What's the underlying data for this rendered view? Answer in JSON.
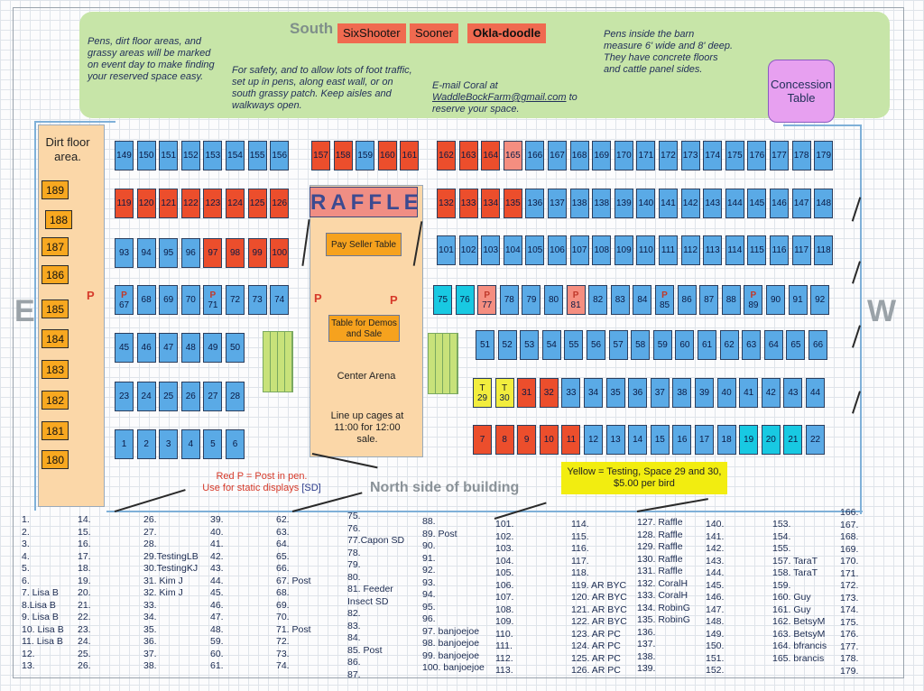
{
  "header": {
    "south_label": "South",
    "tags": [
      "SixShooter",
      "Sooner",
      "Okla-doodle"
    ],
    "note_left": "Pens, dirt floor areas, and grassy areas will be marked on event day to make finding your reserved space easy.",
    "note_safety": "For safety, and to allow lots of foot traffic, set up in pens, along east wall, or on south grassy patch. Keep aisles and walkways open.",
    "email_line1": "E-mail Coral at",
    "email_address": "WaddleBockFarm@gmail.com",
    "email_line2": "to reserve your space.",
    "note_barn": "Pens inside the barn measure 6' wide and 8' deep. They have concrete floors and cattle panel sides.",
    "concession_label": "Concession Table"
  },
  "west_area": {
    "dirt_label": "Dirt floor area.",
    "numbers": [
      "189",
      "188",
      "187",
      "186",
      "185",
      "184",
      "183",
      "182",
      "181",
      "180"
    ]
  },
  "arena": {
    "raffle_label": "RAFFLE",
    "pay_label": "Pay Seller Table",
    "demo_label": "Table for Demos and Sale",
    "center_label": "Center Arena",
    "lineup_label": "Line up cages at 11:00 for 12:00 sale."
  },
  "compass": {
    "east": "E",
    "west": "W"
  },
  "legend": {
    "red_p_line1": "Red P = Post in pen.",
    "red_p_line2": "Use for static displays",
    "red_p_sd": "[SD]",
    "north_label": "North side of building",
    "yellow_text": "Yellow = Testing, Space 29 and 30,  $5.00 per bird"
  },
  "post_marker": "P",
  "testing_marker": "T",
  "colors": {
    "available": "#5aaae6",
    "reserved": "#ec4e2c",
    "post_pen": "#f58e80",
    "testing": "#f2ed3e",
    "turquoise": "#18c9e2",
    "orange_table": "#f6a21e",
    "top_banner": "#c7e5a8"
  },
  "pen_rows": [
    {
      "cells": [
        [
          "149",
          "b"
        ],
        [
          "150",
          "b"
        ],
        [
          "151",
          "b"
        ],
        [
          "152",
          "b"
        ],
        [
          "153",
          "b"
        ],
        [
          "154",
          "b"
        ],
        [
          "155",
          "b"
        ],
        [
          "156",
          "b"
        ]
      ]
    },
    {
      "cells": [
        [
          "157",
          "r"
        ],
        [
          "158",
          "r"
        ],
        [
          "159",
          "b"
        ],
        [
          "160",
          "r"
        ],
        [
          "161",
          "r"
        ]
      ]
    },
    {
      "cells": [
        [
          "162",
          "r"
        ],
        [
          "163",
          "r"
        ],
        [
          "164",
          "r"
        ],
        [
          "165",
          "p"
        ],
        [
          "166",
          "b"
        ],
        [
          "167",
          "b"
        ],
        [
          "168",
          "b"
        ],
        [
          "169",
          "b"
        ],
        [
          "170",
          "b"
        ],
        [
          "171",
          "b"
        ],
        [
          "172",
          "b"
        ],
        [
          "173",
          "b"
        ],
        [
          "174",
          "b"
        ],
        [
          "175",
          "b"
        ],
        [
          "176",
          "b"
        ],
        [
          "177",
          "b"
        ],
        [
          "178",
          "b"
        ],
        [
          "179",
          "b"
        ]
      ]
    },
    {
      "cells": [
        [
          "119",
          "r"
        ],
        [
          "120",
          "r"
        ],
        [
          "121",
          "r"
        ],
        [
          "122",
          "r"
        ],
        [
          "123",
          "r"
        ],
        [
          "124",
          "r"
        ],
        [
          "125",
          "r"
        ],
        [
          "126",
          "r"
        ]
      ]
    },
    {
      "cells": [
        [
          "132",
          "r"
        ],
        [
          "133",
          "r"
        ],
        [
          "134",
          "r"
        ],
        [
          "135",
          "r"
        ],
        [
          "136",
          "b"
        ],
        [
          "137",
          "b"
        ],
        [
          "138",
          "b"
        ],
        [
          "138",
          "b"
        ],
        [
          "139",
          "b"
        ],
        [
          "140",
          "b"
        ],
        [
          "141",
          "b"
        ],
        [
          "142",
          "b"
        ],
        [
          "143",
          "b"
        ],
        [
          "144",
          "b"
        ],
        [
          "145",
          "b"
        ],
        [
          "146",
          "b"
        ],
        [
          "147",
          "b"
        ],
        [
          "148",
          "b"
        ]
      ]
    },
    {
      "cells": [
        [
          "93",
          "b"
        ],
        [
          "94",
          "b"
        ],
        [
          "95",
          "b"
        ],
        [
          "96",
          "b"
        ],
        [
          "97",
          "r"
        ],
        [
          "98",
          "r"
        ],
        [
          "99",
          "r"
        ],
        [
          "100",
          "r"
        ]
      ]
    },
    {
      "cells": [
        [
          "101",
          "b"
        ],
        [
          "102",
          "b"
        ],
        [
          "103",
          "b"
        ],
        [
          "104",
          "b"
        ],
        [
          "105",
          "b"
        ],
        [
          "106",
          "b"
        ],
        [
          "107",
          "b"
        ],
        [
          "108",
          "b"
        ],
        [
          "109",
          "b"
        ],
        [
          "110",
          "b"
        ],
        [
          "111",
          "b"
        ],
        [
          "112",
          "b"
        ],
        [
          "113",
          "b"
        ],
        [
          "114",
          "b"
        ],
        [
          "115",
          "b"
        ],
        [
          "116",
          "b"
        ],
        [
          "117",
          "b"
        ],
        [
          "118",
          "b"
        ]
      ]
    },
    {
      "cells": [
        [
          "67",
          "b",
          "P"
        ],
        [
          "68",
          "b"
        ],
        [
          "69",
          "b"
        ],
        [
          "70",
          "b"
        ],
        [
          "71",
          "b",
          "P"
        ],
        [
          "72",
          "b"
        ],
        [
          "73",
          "b"
        ],
        [
          "74",
          "b"
        ]
      ]
    },
    {
      "cells": [
        [
          "75",
          "t"
        ],
        [
          "76",
          "t"
        ],
        [
          "77",
          "p",
          "P"
        ],
        [
          "78",
          "b"
        ],
        [
          "79",
          "b"
        ],
        [
          "80",
          "b"
        ],
        [
          "81",
          "p",
          "P"
        ],
        [
          "82",
          "b"
        ],
        [
          "83",
          "b"
        ],
        [
          "84",
          "b"
        ],
        [
          "85",
          "b",
          "P"
        ],
        [
          "86",
          "b"
        ],
        [
          "87",
          "b"
        ],
        [
          "88",
          "b"
        ],
        [
          "89",
          "b",
          "P"
        ],
        [
          "90",
          "b"
        ],
        [
          "91",
          "b"
        ],
        [
          "92",
          "b"
        ]
      ]
    },
    {
      "cells": [
        [
          "45",
          "b"
        ],
        [
          "46",
          "b"
        ],
        [
          "47",
          "b"
        ],
        [
          "48",
          "b"
        ],
        [
          "49",
          "b"
        ],
        [
          "50",
          "b"
        ]
      ]
    },
    {
      "cells": [
        [
          "51",
          "b"
        ],
        [
          "52",
          "b"
        ],
        [
          "53",
          "b"
        ],
        [
          "54",
          "b"
        ],
        [
          "55",
          "b"
        ],
        [
          "56",
          "b"
        ],
        [
          "57",
          "b"
        ],
        [
          "58",
          "b"
        ],
        [
          "59",
          "b"
        ],
        [
          "60",
          "b"
        ],
        [
          "61",
          "b"
        ],
        [
          "62",
          "b"
        ],
        [
          "63",
          "b"
        ],
        [
          "64",
          "b"
        ],
        [
          "65",
          "b"
        ],
        [
          "66",
          "b"
        ]
      ]
    },
    {
      "cells": [
        [
          "23",
          "b"
        ],
        [
          "24",
          "b"
        ],
        [
          "25",
          "b"
        ],
        [
          "26",
          "b"
        ],
        [
          "27",
          "b"
        ],
        [
          "28",
          "b"
        ]
      ]
    },
    {
      "cells": [
        [
          "29",
          "y",
          "T"
        ],
        [
          "30",
          "y",
          "T"
        ],
        [
          "31",
          "r"
        ],
        [
          "32",
          "r"
        ],
        [
          "33",
          "b"
        ],
        [
          "34",
          "b"
        ],
        [
          "35",
          "b"
        ],
        [
          "36",
          "b"
        ],
        [
          "37",
          "b"
        ],
        [
          "38",
          "b"
        ],
        [
          "39",
          "b"
        ],
        [
          "40",
          "b"
        ],
        [
          "41",
          "b"
        ],
        [
          "42",
          "b"
        ],
        [
          "43",
          "b"
        ],
        [
          "44",
          "b"
        ]
      ]
    },
    {
      "cells": [
        [
          "1",
          "b"
        ],
        [
          "2",
          "b"
        ],
        [
          "3",
          "b"
        ],
        [
          "4",
          "b"
        ],
        [
          "5",
          "b"
        ],
        [
          "6",
          "b"
        ]
      ]
    },
    {
      "cells": [
        [
          "7",
          "r"
        ],
        [
          "8",
          "r"
        ],
        [
          "9",
          "r"
        ],
        [
          "10",
          "r"
        ],
        [
          "11",
          "r"
        ],
        [
          "12",
          "b"
        ],
        [
          "13",
          "b"
        ],
        [
          "14",
          "b"
        ],
        [
          "15",
          "b"
        ],
        [
          "16",
          "b"
        ],
        [
          "17",
          "b"
        ],
        [
          "18",
          "b"
        ],
        [
          "19",
          "t"
        ],
        [
          "20",
          "t"
        ],
        [
          "21",
          "t"
        ],
        [
          "22",
          "b"
        ]
      ]
    }
  ],
  "registry": [
    [
      "1.",
      "2.",
      "3.",
      "4.",
      "5.",
      "6.",
      "7. Lisa B",
      "8.Lisa B",
      "9. Lisa B",
      "10. Lisa B",
      "11. Lisa B",
      "12.",
      "13."
    ],
    [
      "14.",
      "15.",
      "16.",
      "17.",
      "18.",
      "19.",
      "20.",
      "21.",
      "22.",
      "23.",
      "24.",
      "25.",
      "26."
    ],
    [
      "26.",
      "27.",
      "28.",
      "29.TestingLB",
      "30.TestingKJ",
      "31. Kim J",
      "32. Kim J",
      "33.",
      "34.",
      "35.",
      "36.",
      "37.",
      "38."
    ],
    [
      "39.",
      "40.",
      "41.",
      "42.",
      "43.",
      "44.",
      "45.",
      "46.",
      "47.",
      "48.",
      "59.",
      "60.",
      "61."
    ],
    [
      "62.",
      "63.",
      "64.",
      "65.",
      "66.",
      "67. Post",
      "68.",
      "69.",
      "70.",
      "71. Post",
      "72.",
      "73.",
      "74."
    ],
    [
      "75.",
      "76.",
      "77.Capon SD",
      "78.",
      "79.",
      "80.",
      "81. Feeder",
      "Insect SD",
      "82.",
      "83.",
      "84.",
      "85. Post",
      "86.",
      "87."
    ],
    [
      "88.",
      "89. Post",
      "90.",
      "91.",
      "92.",
      "93.",
      "94.",
      "95.",
      "96.",
      "97. banjoejoe",
      "98. banjoejoe",
      "99. banjoejoe",
      "100. banjoejoe"
    ],
    [
      "101.",
      "102.",
      "103.",
      "104.",
      "105.",
      "106.",
      "107.",
      "108.",
      "109.",
      "110.",
      "111.",
      "112.",
      "113."
    ],
    [
      "114.",
      "115.",
      "116.",
      "117.",
      "118.",
      "119. AR BYC",
      "120. AR BYC",
      "121. AR BYC",
      "122. AR BYC",
      "123. AR PC",
      "124. AR PC",
      "125. AR PC",
      "126. AR PC"
    ],
    [
      "127. Raffle",
      "128. Raffle",
      "129. Raffle",
      "130. Raffle",
      "131. Raffle",
      "132. CoralH",
      "133. CoralH",
      "134. RobinG",
      "135. RobinG",
      "136.",
      "137.",
      "138.",
      "139."
    ],
    [
      "140.",
      "141.",
      "142.",
      "143.",
      "144.",
      "145.",
      "146.",
      "147.",
      "148.",
      "149.",
      "150.",
      "151.",
      "152."
    ],
    [
      "153.",
      "154.",
      "155.",
      "157. TaraT",
      "158. TaraT",
      "159.",
      "160. Guy",
      "161. Guy",
      "162. BetsyM",
      "163. BetsyM",
      "164. bfrancis",
      "165. brancis"
    ],
    [
      "166.",
      "167.",
      "168.",
      "169.",
      "170.",
      "171.",
      "172.",
      "173.",
      "174.",
      "175.",
      "176.",
      "177.",
      "178.",
      "179."
    ]
  ]
}
